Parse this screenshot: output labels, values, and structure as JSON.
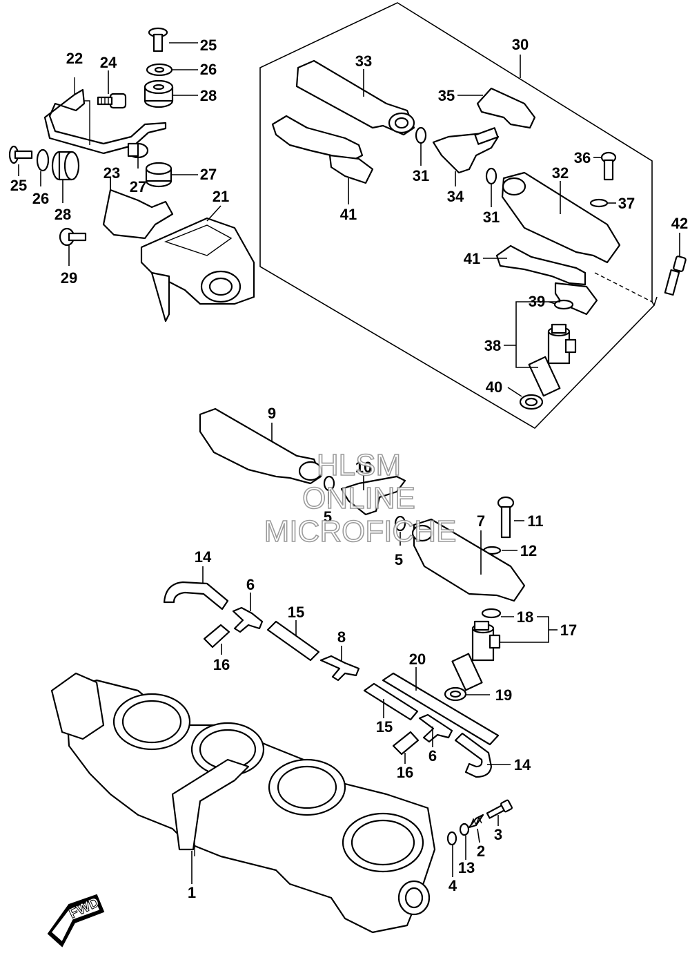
{
  "callouts": {
    "c1": "1",
    "c2": "2",
    "c3": "3",
    "c4": "4",
    "c5a": "5",
    "c5b": "5",
    "c6a": "6",
    "c6b": "6",
    "c7": "7",
    "c8": "8",
    "c9": "9",
    "c10": "10",
    "c11": "11",
    "c12": "12",
    "c13": "13",
    "c14a": "14",
    "c14b": "14",
    "c15a": "15",
    "c15b": "15",
    "c16a": "16",
    "c16b": "16",
    "c17": "17",
    "c18": "18",
    "c19": "19",
    "c20": "20",
    "c21": "21",
    "c22": "22",
    "c23": "23",
    "c24": "24",
    "c25a": "25",
    "c25b": "25",
    "c26a": "26",
    "c26b": "26",
    "c27a": "27",
    "c27b": "27",
    "c28a": "28",
    "c28b": "28",
    "c29": "29",
    "c30": "30",
    "c31a": "31",
    "c31b": "31",
    "c32": "32",
    "c33": "33",
    "c34": "34",
    "c35": "35",
    "c36": "36",
    "c37": "37",
    "c38": "38",
    "c39": "39",
    "c40": "40",
    "c41a": "41",
    "c41b": "41",
    "c42": "42"
  },
  "watermark": {
    "line1": "HLSM",
    "line2": "ONLINE",
    "line3": "MICROFICHE"
  },
  "fwd_label": "FWD"
}
